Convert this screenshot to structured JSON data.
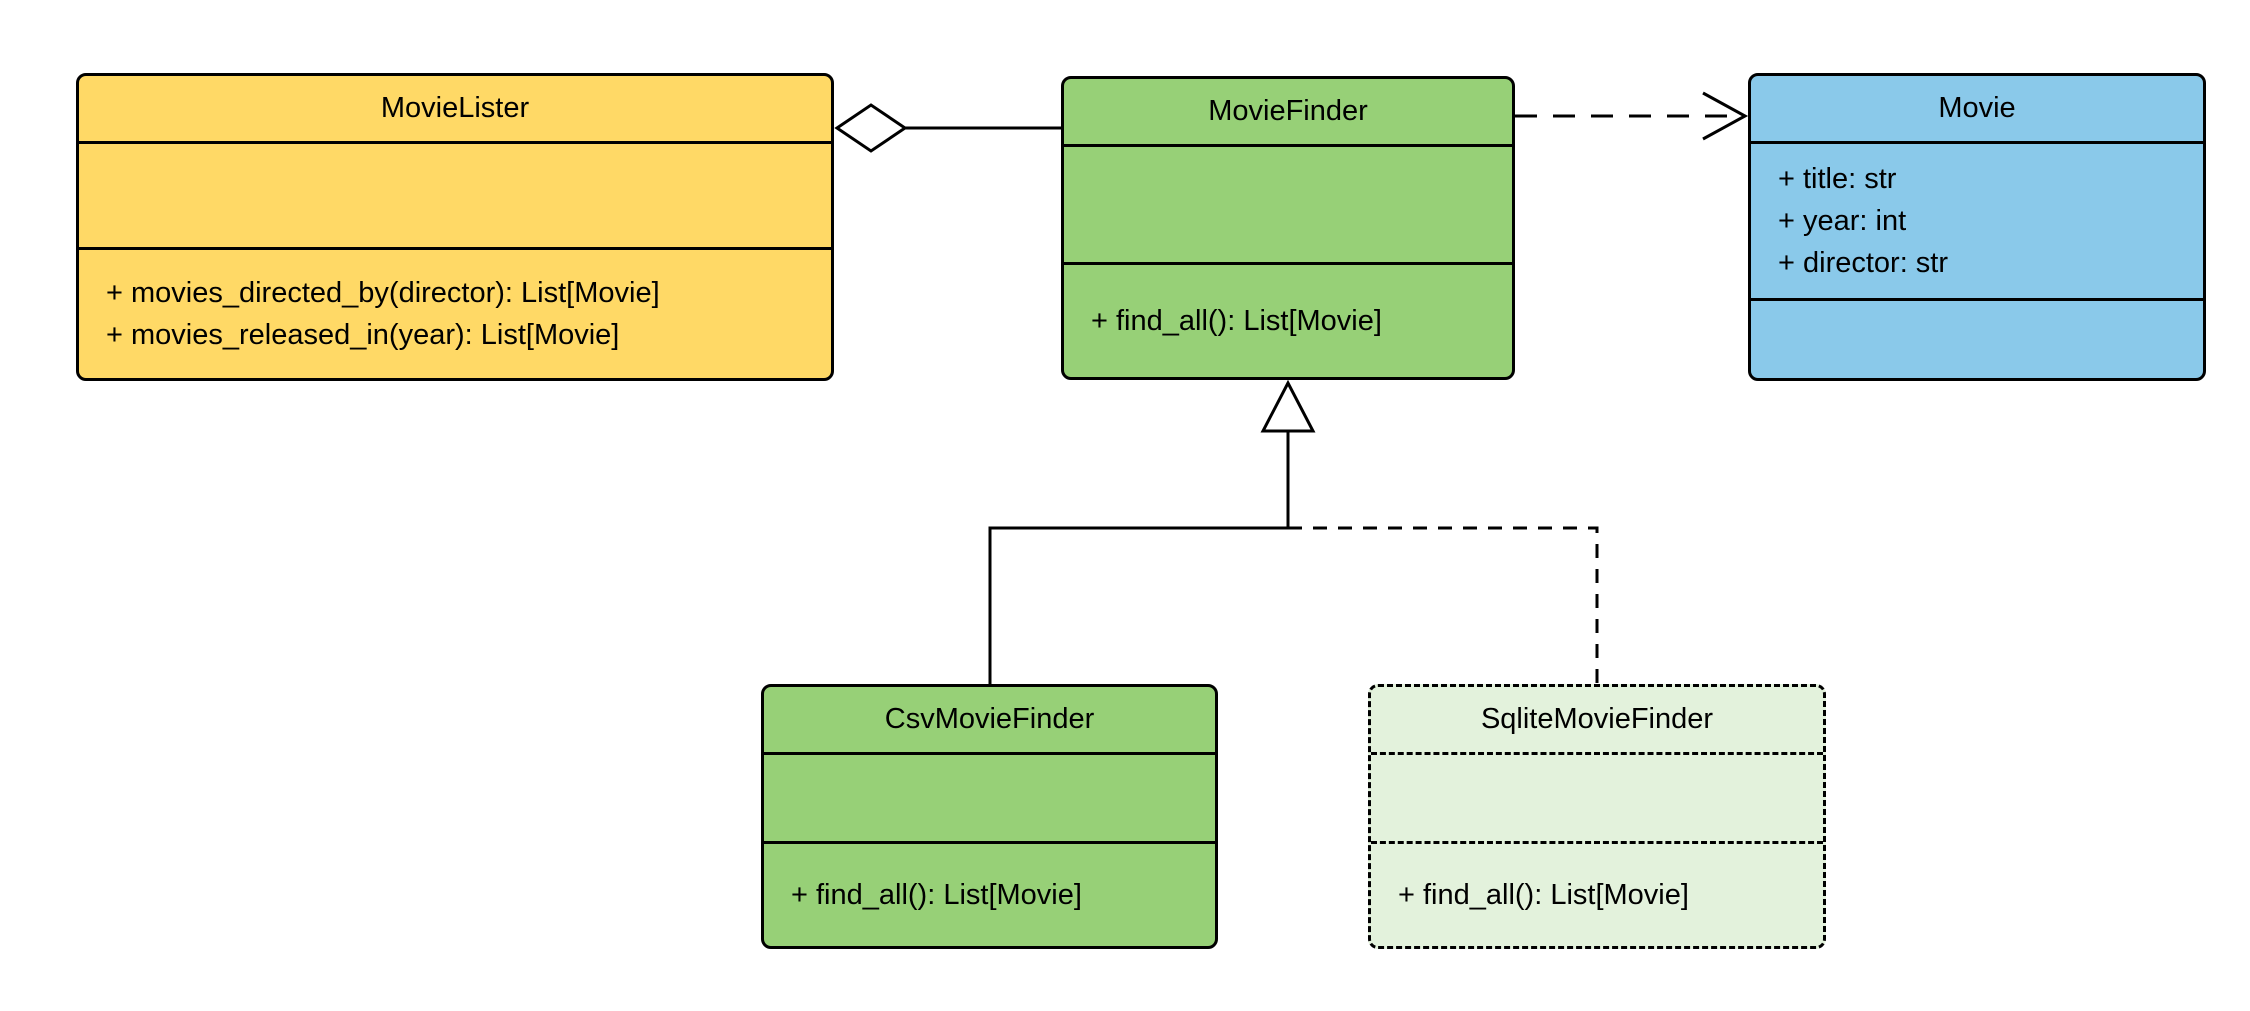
{
  "diagram_type": "uml-class-diagram",
  "classes": {
    "movie_lister": {
      "name": "MovieLister",
      "attributes": [],
      "methods": [
        "+ movies_directed_by(director): List[Movie]",
        "+ movies_released_in(year): List[Movie]"
      ],
      "fill": "#FFD966",
      "border": "solid"
    },
    "movie_finder": {
      "name": "MovieFinder",
      "attributes": [],
      "methods": [
        "+ find_all(): List[Movie]"
      ],
      "fill": "#97D077",
      "border": "solid"
    },
    "movie": {
      "name": "Movie",
      "attributes": [
        "+ title: str",
        "+ year: int",
        "+ director: str"
      ],
      "methods": [],
      "fill": "#8AC9EA",
      "border": "solid"
    },
    "csv_movie_finder": {
      "name": "CsvMovieFinder",
      "attributes": [],
      "methods": [
        "+ find_all(): List[Movie]"
      ],
      "fill": "#97D077",
      "border": "solid"
    },
    "sqlite_movie_finder": {
      "name": "SqliteMovieFinder",
      "attributes": [],
      "methods": [
        "+ find_all(): List[Movie]"
      ],
      "fill": "#E3F2DC",
      "border": "dashed"
    }
  },
  "relationships": [
    {
      "type": "aggregation",
      "source": "MovieLister",
      "target": "MovieFinder",
      "line": "solid",
      "marker": "open-diamond"
    },
    {
      "type": "dependency",
      "source": "MovieFinder",
      "target": "Movie",
      "line": "dashed",
      "marker": "open-arrow"
    },
    {
      "type": "generalization",
      "source": "CsvMovieFinder",
      "target": "MovieFinder",
      "line": "solid",
      "marker": "hollow-triangle"
    },
    {
      "type": "generalization",
      "source": "SqliteMovieFinder",
      "target": "MovieFinder",
      "line": "dashed",
      "marker": "hollow-triangle"
    }
  ],
  "colors": {
    "stroke": "#000000",
    "background": "#FFFFFF",
    "yellow": "#FFD966",
    "green": "#97D077",
    "light_green": "#E3F2DC",
    "blue": "#8AC9EA"
  }
}
